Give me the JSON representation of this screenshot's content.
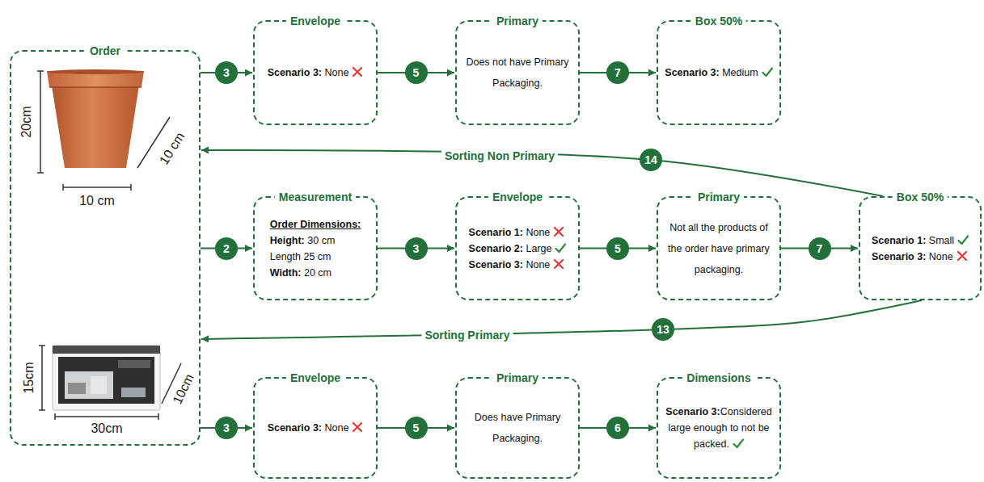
{
  "diagram": {
    "nodes": [
      {
        "text": [
          "Order"
        ]
      },
      {
        "text": [
          "Envelope",
          "Scenario 3: None"
        ]
      },
      {
        "text": [
          "Primary",
          "Does not have Primary Packaging."
        ]
      },
      {
        "text": [
          "Box 50%",
          "Scenario 3: Medium"
        ]
      },
      {
        "text": [
          "Measurement",
          "Order Dimensions:",
          "Height: 30 cm",
          "Length 25 cm",
          "Width: 20 cm"
        ]
      },
      {
        "text": [
          "Envelope",
          "Scenario 1: None",
          "Scenario 2: Large",
          "Scenario 3: None"
        ]
      },
      {
        "text": [
          "Primary",
          "Not all the products of the order have primary packaging."
        ]
      },
      {
        "text": [
          "Box 50%",
          "Scenario 1: Small",
          "Scenario 3: None"
        ]
      },
      {
        "text": [
          "Envelope",
          "Scenario 3: None"
        ]
      },
      {
        "text": [
          "Primary",
          "Does have Primary Packaging."
        ]
      },
      {
        "text": [
          "Dimensions",
          "Scenario 3:Considered large enough to not be packed."
        ]
      }
    ],
    "edges": [
      {
        "from": 0,
        "to": 1,
        "arrow": "to",
        "label": "3"
      },
      {
        "from": 1,
        "to": 2,
        "arrow": "to",
        "label": "5"
      },
      {
        "from": 2,
        "to": 3,
        "arrow": "to",
        "label": "7"
      },
      {
        "from": 0,
        "to": 4,
        "arrow": "to",
        "label": "2"
      },
      {
        "from": 4,
        "to": 5,
        "arrow": "to",
        "label": "3"
      },
      {
        "from": 5,
        "to": 6,
        "arrow": "to",
        "label": "5"
      },
      {
        "from": 6,
        "to": 7,
        "arrow": "to",
        "label": "7"
      },
      {
        "from": 0,
        "to": 8,
        "arrow": "to",
        "label": "3"
      },
      {
        "from": 8,
        "to": 9,
        "arrow": "to",
        "label": "5"
      },
      {
        "from": 9,
        "to": 10,
        "arrow": "to",
        "label": "6"
      },
      {
        "from": 7,
        "to": 0,
        "arrow": "to",
        "label": "14"
      },
      {
        "from": 7,
        "to": 0,
        "arrow": "to",
        "label": "13"
      }
    ],
    "labels": [
      "20cm",
      "10 cm",
      "10 cm",
      "15cm",
      "30cm",
      "10cm",
      "Sorting Non Primary",
      "Sorting Primary"
    ]
  }
}
